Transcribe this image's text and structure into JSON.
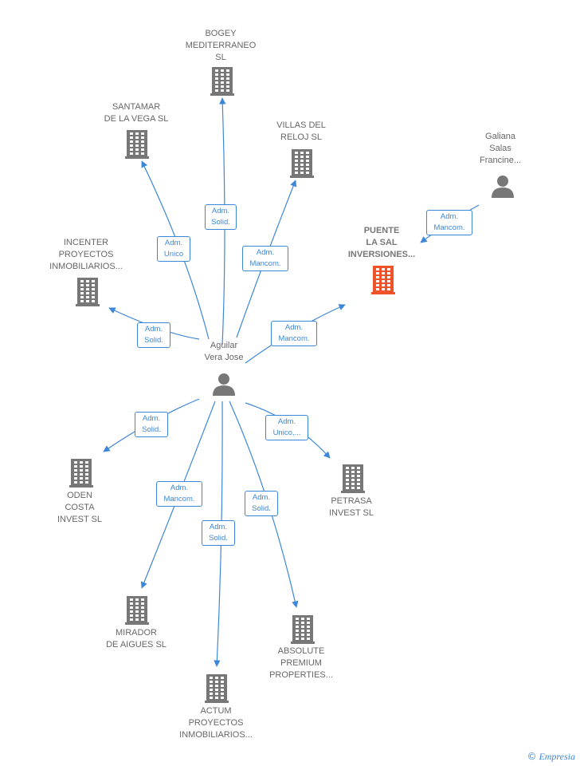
{
  "colors": {
    "edge": "#3d87d8",
    "building": "#777777",
    "highlight": "#f0522a",
    "person": "#777777"
  },
  "center": {
    "label_lines": [
      "Aguilar",
      "Vera Jose"
    ],
    "icon": "person-icon"
  },
  "nodes": [
    {
      "id": "bogey",
      "type": "company",
      "label_lines": [
        "BOGEY",
        "MEDITERRANEO",
        "SL"
      ]
    },
    {
      "id": "santamar",
      "type": "company",
      "label_lines": [
        "SANTAMAR",
        "DE LA VEGA SL"
      ]
    },
    {
      "id": "villas",
      "type": "company",
      "label_lines": [
        "VILLAS DEL",
        "RELOJ SL"
      ]
    },
    {
      "id": "galiana",
      "type": "person",
      "label_lines": [
        "Galiana",
        "Salas",
        "Francine..."
      ]
    },
    {
      "id": "incenter",
      "type": "company",
      "label_lines": [
        "INCENTER",
        "PROYECTOS",
        "INMOBILIARIOS..."
      ]
    },
    {
      "id": "puente",
      "type": "company",
      "highlight": true,
      "label_lines": [
        "PUENTE",
        "LA SAL",
        "INVERSIONES..."
      ]
    },
    {
      "id": "oden",
      "type": "company",
      "label_lines": [
        "ODEN",
        "COSTA",
        "INVEST  SL"
      ]
    },
    {
      "id": "petrasa",
      "type": "company",
      "label_lines": [
        "PETRASA",
        "INVEST  SL"
      ]
    },
    {
      "id": "mirador",
      "type": "company",
      "label_lines": [
        "MIRADOR",
        "DE AIGUES  SL"
      ]
    },
    {
      "id": "absolute",
      "type": "company",
      "label_lines": [
        "ABSOLUTE",
        "PREMIUM",
        "PROPERTIES..."
      ]
    },
    {
      "id": "actum",
      "type": "company",
      "label_lines": [
        "ACTUM",
        "PROYECTOS",
        "INMOBILIARIOS..."
      ]
    }
  ],
  "edges": [
    {
      "from": "center",
      "to": "bogey",
      "label_lines": [
        "Adm.",
        "Solid."
      ]
    },
    {
      "from": "center",
      "to": "santamar",
      "label_lines": [
        "Adm.",
        "Unico"
      ]
    },
    {
      "from": "center",
      "to": "villas",
      "label_lines": [
        "Adm.",
        "Mancom."
      ]
    },
    {
      "from": "center",
      "to": "incenter",
      "label_lines": [
        "Adm.",
        "Solid."
      ]
    },
    {
      "from": "center",
      "to": "puente",
      "label_lines": [
        "Adm.",
        "Mancom."
      ]
    },
    {
      "from": "galiana",
      "to": "puente",
      "label_lines": [
        "Adm.",
        "Mancom."
      ]
    },
    {
      "from": "center",
      "to": "oden",
      "label_lines": [
        "Adm.",
        "Solid."
      ]
    },
    {
      "from": "center",
      "to": "petrasa",
      "label_lines": [
        "Adm.",
        "Unico,..."
      ]
    },
    {
      "from": "center",
      "to": "mirador",
      "label_lines": [
        "Adm.",
        "Mancom."
      ]
    },
    {
      "from": "center",
      "to": "actum",
      "label_lines": [
        "Adm.",
        "Solid."
      ]
    },
    {
      "from": "center",
      "to": "absolute",
      "label_lines": [
        "Adm.",
        "Solid."
      ]
    }
  ],
  "footer": {
    "copyright": "©",
    "brand": "Empresia"
  }
}
